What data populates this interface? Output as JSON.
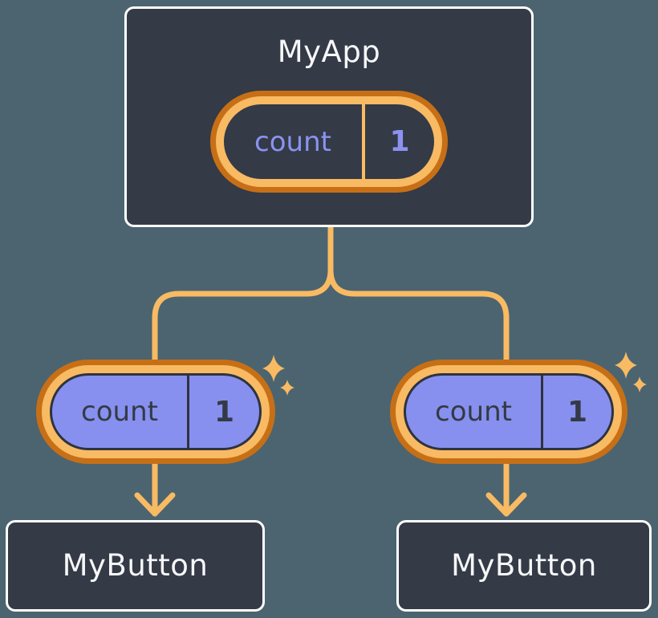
{
  "diagram": {
    "root": {
      "title": "MyApp",
      "state": {
        "name": "count",
        "value": "1"
      }
    },
    "children": [
      {
        "title": "MyButton",
        "prop": {
          "name": "count",
          "value": "1"
        }
      },
      {
        "title": "MyButton",
        "prop": {
          "name": "count",
          "value": "1"
        }
      }
    ]
  },
  "colors": {
    "background": "#4b6470",
    "node_fill": "#343a46",
    "node_border": "#ffffff",
    "node_text": "#f6f7f9",
    "accent_orange": "#f8ba63",
    "accent_orange_dark": "#c76f16",
    "prop_purple": "#8790ee",
    "state_text_purple": "#8a93f0",
    "dark_navy": "#2d3340"
  }
}
